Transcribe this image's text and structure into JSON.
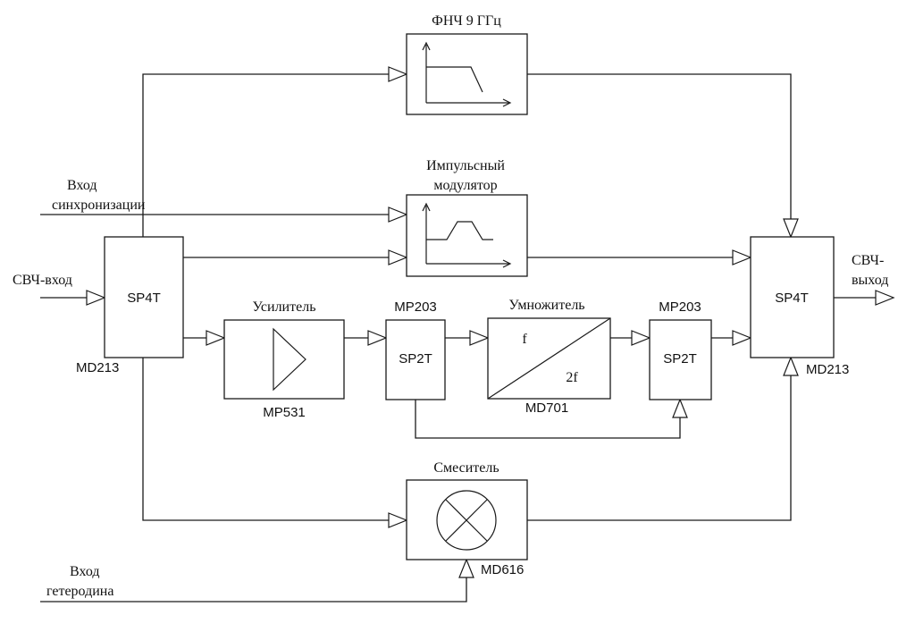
{
  "inputs": {
    "rf_input": "СВЧ-вход",
    "sync_input": [
      "Вход",
      "синхронизации"
    ],
    "lo_input": [
      "Вход",
      "гетеродина"
    ]
  },
  "outputs": {
    "rf_output": [
      "СВЧ-",
      "выход"
    ]
  },
  "blocks": {
    "switch_in": {
      "name": "SP4T",
      "part": "MD213"
    },
    "switch_out": {
      "name": "SP4T",
      "part": "MD213"
    },
    "lpf": {
      "title": "ФНЧ 9 ГГц"
    },
    "pulse_modulator": {
      "title": [
        "Импульсный",
        "модулятор"
      ]
    },
    "amplifier": {
      "title": "Усилитель",
      "part": "MP531"
    },
    "sp2t_a": {
      "name": "SP2T",
      "part": "MP203"
    },
    "multiplier": {
      "title": "Умножитель",
      "part": "MD701",
      "in_label": "f",
      "out_label": "2f"
    },
    "sp2t_b": {
      "name": "SP2T",
      "part": "MP203"
    },
    "mixer": {
      "title": "Смеситель",
      "part": "MD616"
    }
  }
}
